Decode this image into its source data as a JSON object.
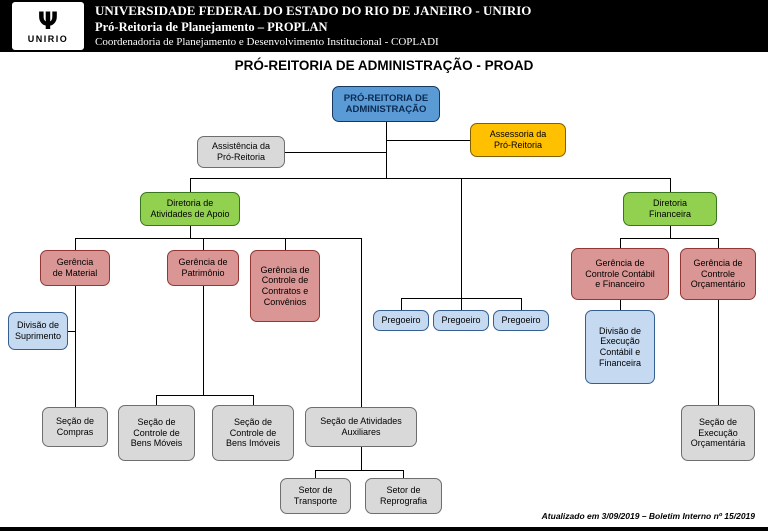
{
  "header": {
    "logo_glyph": "Ψ",
    "logo_text": "UNIRIO",
    "line1": "UNIVERSIDADE FEDERAL DO ESTADO DO RIO DE JANEIRO - UNIRIO",
    "line2": "Pró-Reitoria de Planejamento – PROPLAN",
    "line3": "Coordenadoria de Planejamento e Desenvolvimento Institucional - COPLADI"
  },
  "title": "PRÓ-REITORIA DE ADMINISTRAÇÃO - PROAD",
  "footer": {
    "note": "Atualizado em 3/09/2019 – Boletim Interno nº 15/2019"
  },
  "colors": {
    "header_bg": "#000000",
    "blue": "#5b9bd5",
    "yellow": "#ffc000",
    "green": "#92d050",
    "pink": "#da9694",
    "light_blue": "#c5d9f1",
    "gray": "#d9d9d9"
  },
  "nodes": {
    "proad": {
      "label": "PRÓ-REITORIA DE\nADMINISTRAÇÃO"
    },
    "assistencia": {
      "label": "Assistência da\nPró-Reitoria"
    },
    "assessoria": {
      "label": "Assessoria da\nPró-Reitoria"
    },
    "dir_apoio": {
      "label": "Diretoria de\nAtividades de Apoio"
    },
    "dir_financeira": {
      "label": "Diretoria\nFinanceira"
    },
    "ger_material": {
      "label": "Gerência\nde Material"
    },
    "ger_patrimonio": {
      "label": "Gerência de\nPatrimônio"
    },
    "ger_contratos": {
      "label": "Gerência de\nControle de\nContratos e\nConvênios"
    },
    "pregoeiro_1": {
      "label": "Pregoeiro"
    },
    "pregoeiro_2": {
      "label": "Pregoeiro"
    },
    "pregoeiro_3": {
      "label": "Pregoeiro"
    },
    "div_suprimento": {
      "label": "Divisão de\nSuprimento"
    },
    "secao_compras": {
      "label": "Seção de\nCompras"
    },
    "secao_bens_moveis": {
      "label": "Seção de\nControle de\nBens Móveis"
    },
    "secao_bens_imoveis": {
      "label": "Seção de\nControle de\nBens Imóveis"
    },
    "secao_atividades": {
      "label": "Seção de Atividades\nAuxiliares"
    },
    "setor_transporte": {
      "label": "Setor de\nTransporte"
    },
    "setor_reprografia": {
      "label": "Setor de\nReprografia"
    },
    "ger_contabil": {
      "label": "Gerência de\nControle Contábil\ne Financeiro"
    },
    "ger_orcamentario": {
      "label": "Gerência de\nControle\nOrçamentário"
    },
    "div_execucao": {
      "label": "Divisão de\nExecução\nContábil e\nFinanceira"
    },
    "secao_execucao": {
      "label": "Seção de\nExecução\nOrçamentária"
    }
  }
}
